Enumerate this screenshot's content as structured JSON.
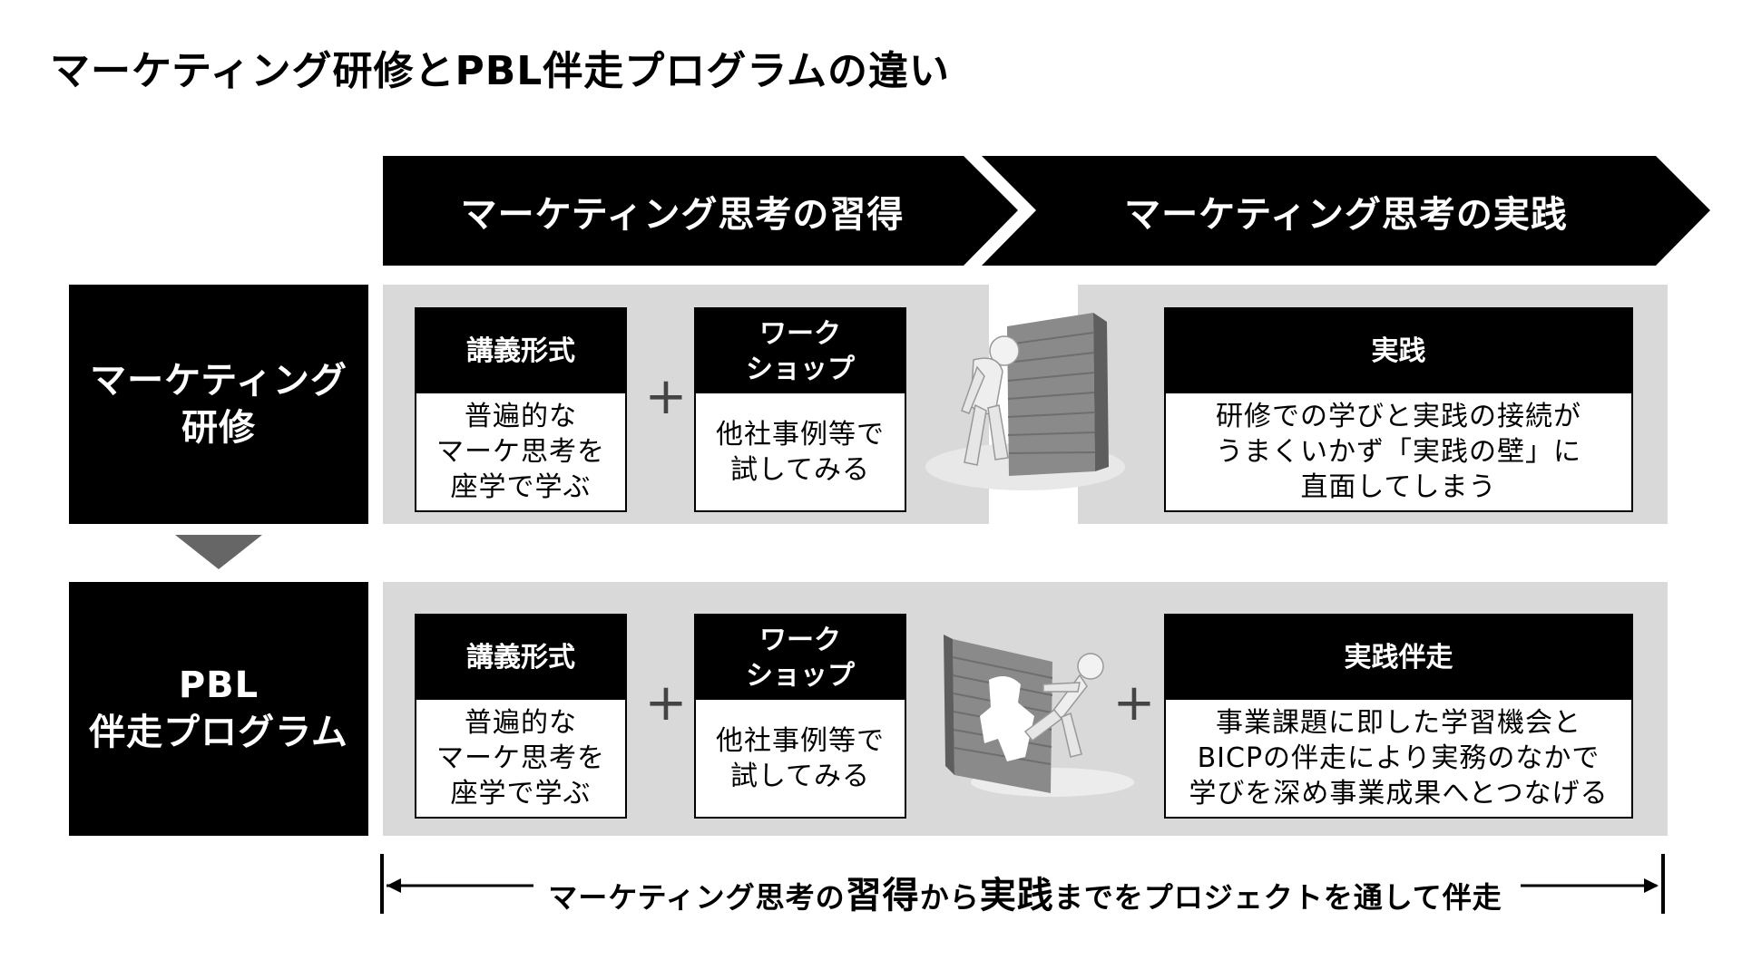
{
  "title": "マーケティング研修とPBL伴走プログラムの違い",
  "phases": [
    {
      "label": "マーケティング思考の習得"
    },
    {
      "label": "マーケティング思考の実践"
    }
  ],
  "rows": [
    {
      "label_lines": [
        "マーケティング",
        "研修"
      ],
      "card1": {
        "head_lines": [
          "講義形式"
        ],
        "body_lines": [
          "普遍的な",
          "マーケ思考を",
          "座学で学ぶ"
        ]
      },
      "plus1": "+",
      "card2": {
        "head_lines": [
          "ワーク",
          "ショップ"
        ],
        "body_lines": [
          "他社事例等で",
          "試してみる"
        ]
      },
      "card3": {
        "head_lines": [
          "実践"
        ],
        "body_lines": [
          "研修での学びと実践の接続が",
          "うまくいかず「実践の壁」に",
          "直面してしまう"
        ]
      }
    },
    {
      "label_lines": [
        "PBL",
        "伴走プログラム"
      ],
      "card1": {
        "head_lines": [
          "講義形式"
        ],
        "body_lines": [
          "普遍的な",
          "マーケ思考を",
          "座学で学ぶ"
        ]
      },
      "plus1": "+",
      "card2": {
        "head_lines": [
          "ワーク",
          "ショップ"
        ],
        "body_lines": [
          "他社事例等で",
          "試してみる"
        ]
      },
      "plus2": "+",
      "card3": {
        "head_lines": [
          "実践伴走"
        ],
        "body_lines": [
          "事業課題に即した学習機会と",
          "BICPの伴走により実務のなかで",
          "学びを深め事業成果へとつなげる"
        ]
      }
    }
  ],
  "caption": {
    "part1": "マーケティング思考の",
    "em1": "習得",
    "part2": "から",
    "em2": "実践",
    "part3": "までをプロジェクトを通して伴走"
  },
  "colors": {
    "black": "#000000",
    "panel_grey": "#d9d9d9",
    "arrow_grey": "#666666"
  },
  "icons": [
    "wall-blocked-figure-illustration",
    "wall-breakthrough-figure-illustration",
    "down-arrow-icon",
    "plus-icon"
  ]
}
